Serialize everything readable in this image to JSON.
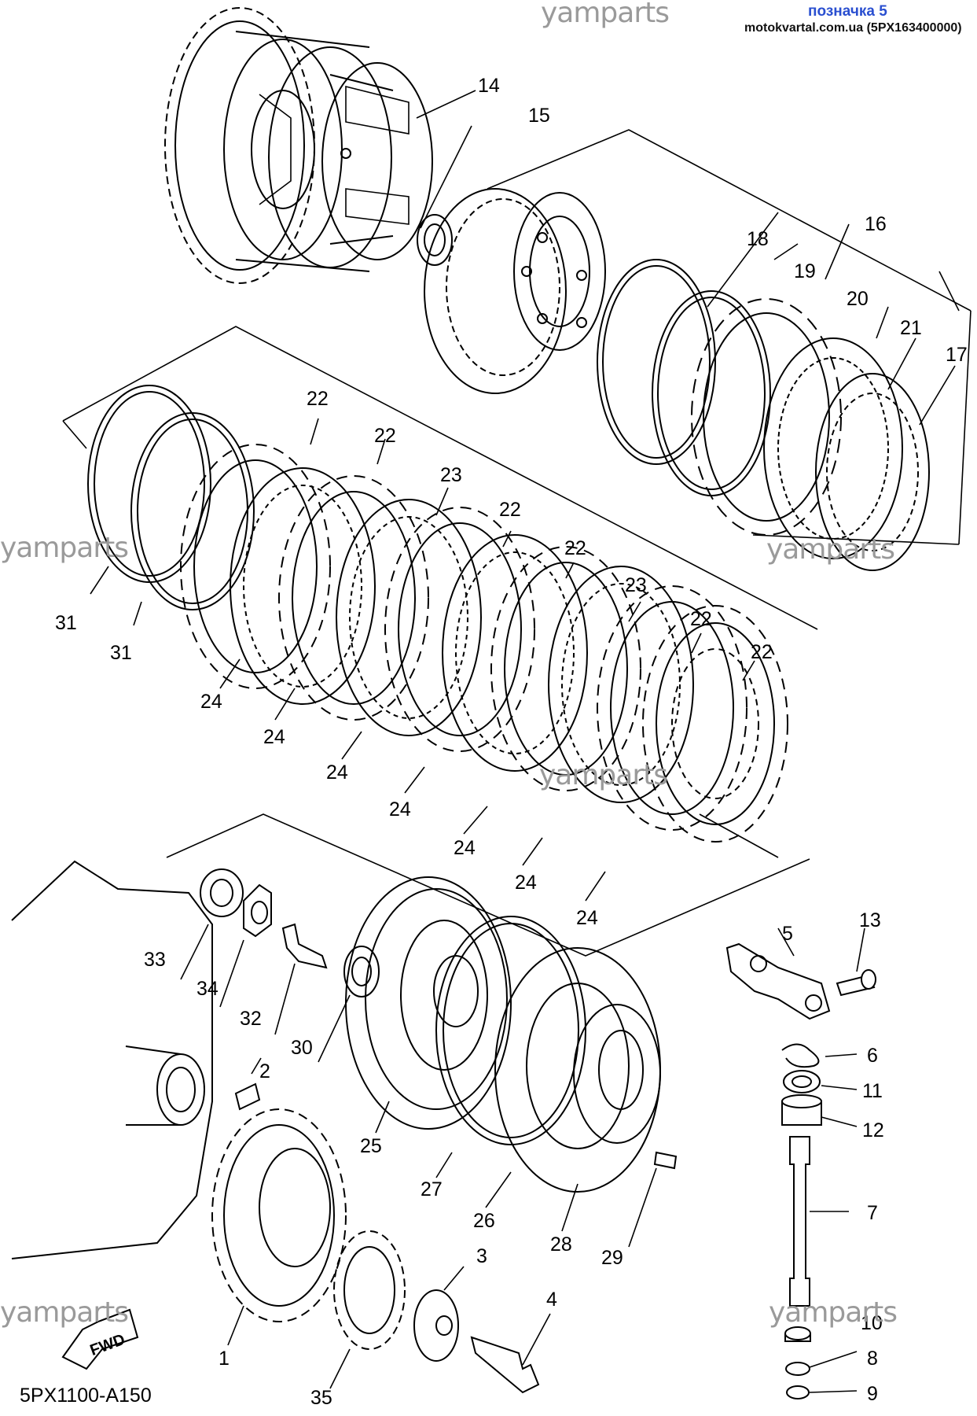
{
  "header": {
    "watermark": "yamparts",
    "pozn": "позначка 5",
    "site": "motokvartal.com.ua (5PX163400000)"
  },
  "watermarks": [
    "yamparts",
    "yamparts",
    "yamparts",
    "yamparts",
    "yamparts",
    "yamparts"
  ],
  "diagram_code": "5PX1100-A150",
  "fwd_label": "FWD",
  "callouts": {
    "c14": "14",
    "c15": "15",
    "c16": "16",
    "c17": "17",
    "c18": "18",
    "c19": "19",
    "c20": "20",
    "c21": "21",
    "c22a": "22",
    "c22b": "22",
    "c22c": "22",
    "c22d": "22",
    "c22e": "22",
    "c22f": "22",
    "c23a": "23",
    "c23b": "23",
    "c24a": "24",
    "c24b": "24",
    "c24c": "24",
    "c24d": "24",
    "c24e": "24",
    "c24f": "24",
    "c24g": "24",
    "c31a": "31",
    "c31b": "31",
    "c33": "33",
    "c34": "34",
    "c32": "32",
    "c30": "30",
    "c5": "5",
    "c13": "13",
    "c6": "6",
    "c11": "11",
    "c12": "12",
    "c7": "7",
    "c2": "2",
    "c25": "25",
    "c27": "27",
    "c26": "26",
    "c28": "28",
    "c29": "29",
    "c1": "1",
    "c35": "35",
    "c3": "3",
    "c4": "4",
    "c10": "10",
    "c8": "8",
    "c9": "9"
  },
  "colors": {
    "pozn": "#2a4fd0",
    "watermark": "#9a9a9a",
    "line": "#000000"
  }
}
